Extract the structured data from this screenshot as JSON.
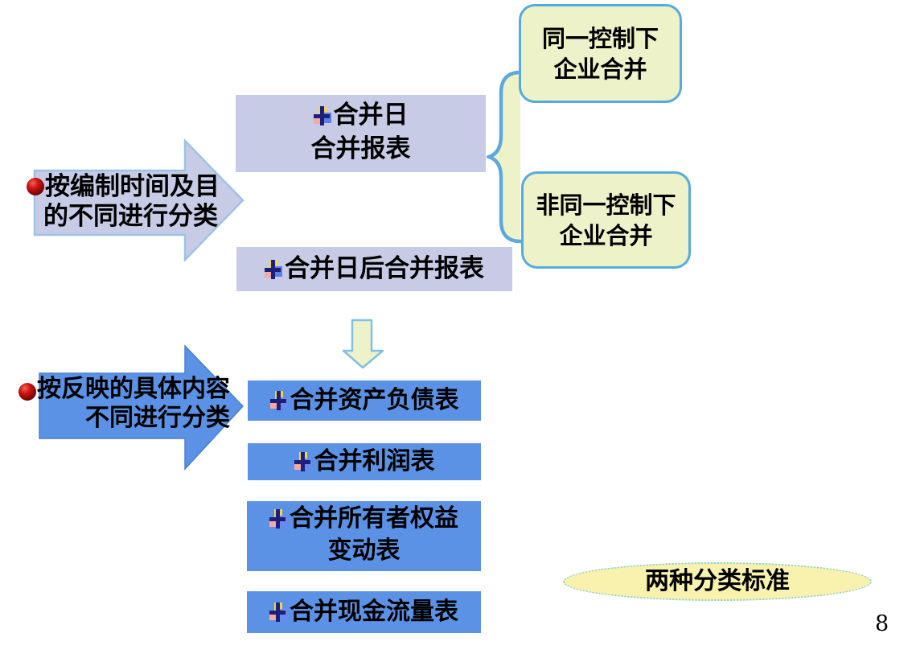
{
  "page_number": "8",
  "colors": {
    "lavender_fill": "#c7cbe6",
    "lavender_arrow_border": "#9cc3e5",
    "content_blue": "#5b92e5",
    "branch_fill": "#edf2c8",
    "branch_border": "#55aade",
    "brace_color": "#5fa8dc",
    "summary_fill": "#f8f2ae",
    "summary_border": "#8ecfdd",
    "bullet_sphere_red": "#cf1414",
    "text": "#000000"
  },
  "classification_by_time": {
    "arrow_label_line1": "按编制时间及目",
    "arrow_label_line2": "的不同进行分类",
    "box_merge_date": {
      "line1": "合并日",
      "line2": "合并报表"
    },
    "box_after_merge_date": {
      "label": "合并日后合并报表"
    },
    "branch_same_control": {
      "line1": "同一控制下",
      "line2": "企业合并"
    },
    "branch_not_same_control": {
      "line1": "非同一控制下",
      "line2": "企业合并"
    }
  },
  "classification_by_content": {
    "arrow_label_line1": "按反映的具体内容",
    "arrow_label_line2": "不同进行分类",
    "statements": [
      {
        "label": "合并资产负债表"
      },
      {
        "label": "合并利润表"
      },
      {
        "line1": "合并所有者权益",
        "line2": "变动表"
      },
      {
        "label": "合并现金流量表"
      }
    ]
  },
  "summary": {
    "label": "两种分类标准"
  }
}
